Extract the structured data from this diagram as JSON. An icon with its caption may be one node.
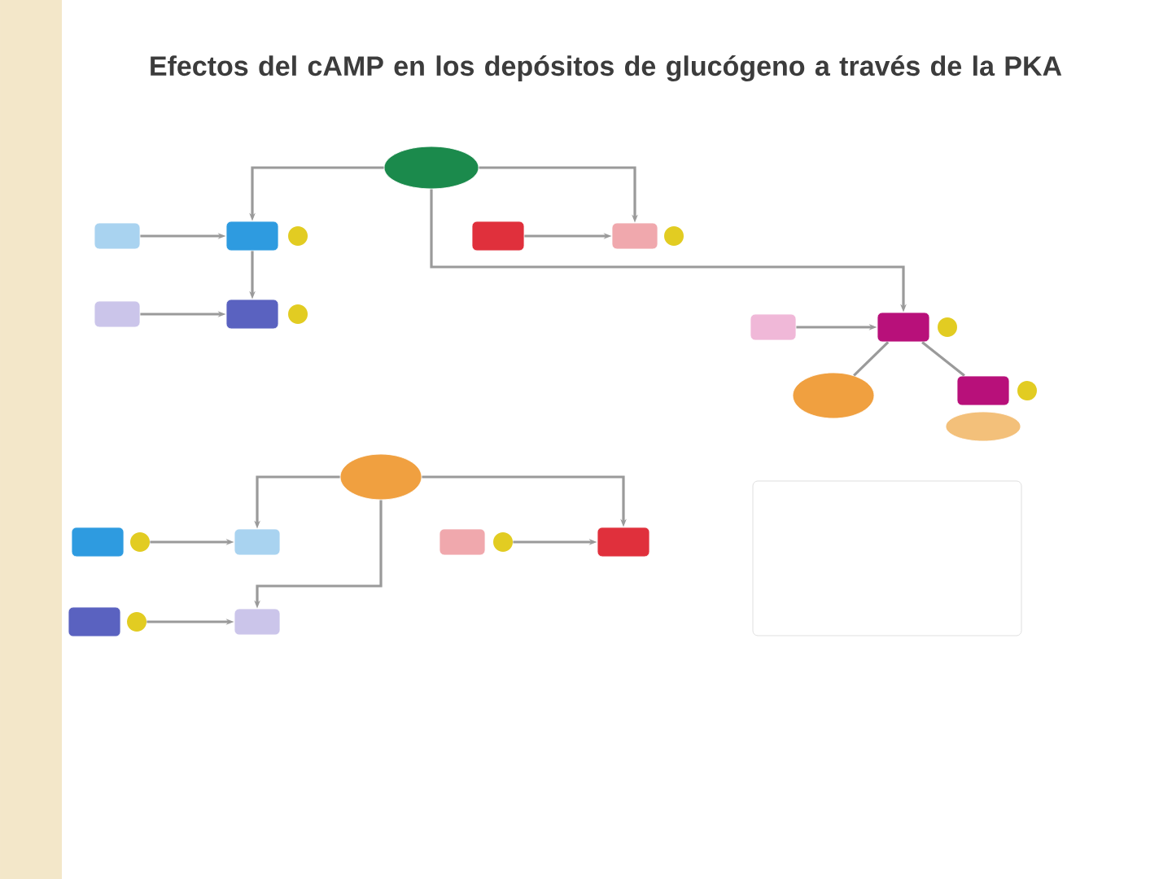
{
  "diagram": {
    "title": "Efectos del cAMP en los depósitos de glucógeno a través de la PKA",
    "nodes": [
      {
        "text": [],
        "shape": "ellipse"
      },
      {
        "text": [],
        "shape": "box"
      },
      {
        "text": [],
        "shape": "box"
      },
      {
        "text": [],
        "shape": "circle"
      },
      {
        "text": [],
        "shape": "box"
      },
      {
        "text": [],
        "shape": "box"
      },
      {
        "text": [],
        "shape": "circle"
      },
      {
        "text": [],
        "shape": "box"
      },
      {
        "text": [],
        "shape": "box"
      },
      {
        "text": [],
        "shape": "circle"
      },
      {
        "text": [],
        "shape": "box"
      },
      {
        "text": [],
        "shape": "box"
      },
      {
        "text": [],
        "shape": "circle"
      },
      {
        "text": [],
        "shape": "ellipse"
      },
      {
        "text": [],
        "shape": "box"
      },
      {
        "text": [],
        "shape": "circle"
      },
      {
        "text": [],
        "shape": "ellipse"
      },
      {
        "text": [],
        "shape": "ellipse"
      },
      {
        "text": [],
        "shape": "box"
      },
      {
        "text": [],
        "shape": "circle"
      },
      {
        "text": [],
        "shape": "box"
      },
      {
        "text": [],
        "shape": "box"
      },
      {
        "text": [],
        "shape": "circle"
      },
      {
        "text": [],
        "shape": "box"
      },
      {
        "text": [],
        "shape": "box"
      },
      {
        "text": [],
        "shape": "circle"
      },
      {
        "text": [],
        "shape": "box"
      },
      {
        "text": [],
        "shape": "box"
      }
    ],
    "edges": [
      {
        "from": 1,
        "to": 2,
        "arrow": "to"
      },
      {
        "from": 0,
        "to": 2,
        "arrow": "to"
      },
      {
        "from": 4,
        "to": 5,
        "arrow": "to"
      },
      {
        "from": 2,
        "to": 5,
        "arrow": "to"
      },
      {
        "from": 7,
        "to": 8,
        "arrow": "to"
      },
      {
        "from": 0,
        "to": 8,
        "arrow": "to"
      },
      {
        "from": 10,
        "to": 11,
        "arrow": "to"
      },
      {
        "from": 0,
        "to": 11,
        "arrow": "to"
      },
      {
        "from": 11,
        "to": 13,
        "arrow": "none"
      },
      {
        "from": 11,
        "to": 14,
        "arrow": "none"
      },
      {
        "from": 19,
        "to": 20,
        "arrow": "to"
      },
      {
        "from": 17,
        "to": 20,
        "arrow": "to"
      },
      {
        "from": 22,
        "to": 23,
        "arrow": "to"
      },
      {
        "from": 17,
        "to": 23,
        "arrow": "to"
      },
      {
        "from": 25,
        "to": 26,
        "arrow": "to"
      },
      {
        "from": 17,
        "to": 26,
        "arrow": "to"
      }
    ]
  }
}
